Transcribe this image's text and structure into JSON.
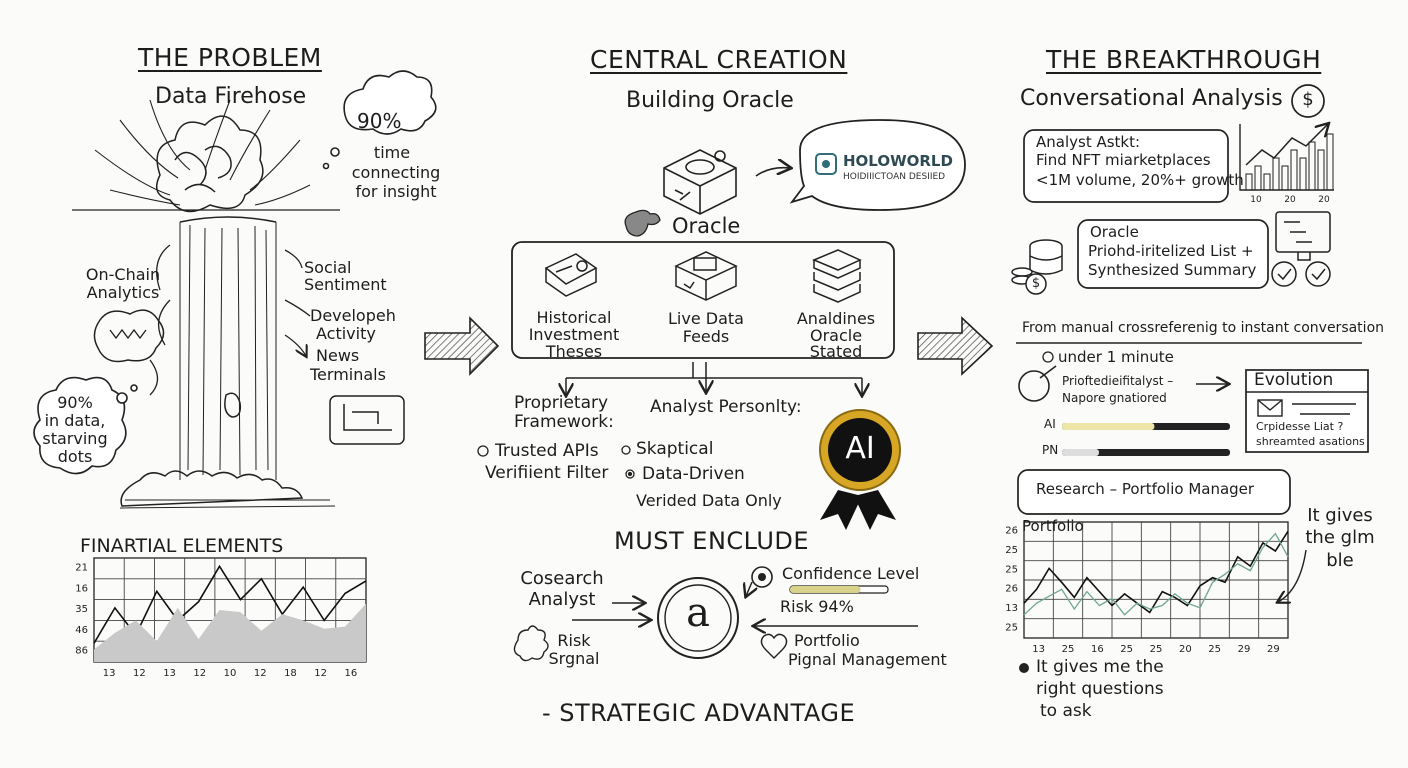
{
  "problem": {
    "heading": "THE PROBLEM",
    "subheading": "Data Firehose",
    "time_stat": [
      "90%",
      "time",
      "connecting",
      "for insight"
    ],
    "starving_stat": [
      "90%",
      "in data,",
      "starving",
      "dots"
    ],
    "left_labels": [
      [
        "On-Chain",
        "Analytics"
      ]
    ],
    "right_labels": [
      [
        "Social",
        "Sentiment"
      ],
      [
        "Developeh",
        "Activity"
      ],
      [
        "News",
        "Terminals"
      ]
    ],
    "chart_title": "FINARTIAL ELEMENTS"
  },
  "central": {
    "heading": "CENTRAL CREATION",
    "subheading": "Building Oracle",
    "holoworld_title": "HOLOWORLD",
    "holoworld_sub": "HOIDIIICTOAN DESIIED",
    "oracle_label": "Oracle",
    "inputs": [
      {
        "lines": [
          "Historical",
          "Investment",
          "Theses"
        ],
        "icon": "document-icon"
      },
      {
        "lines": [
          "Live Data",
          "Feeds"
        ],
        "icon": "monitor-box-icon"
      },
      {
        "lines": [
          "Analdines",
          "Oracle",
          "Stated"
        ],
        "icon": "stack-icon"
      }
    ],
    "framework_title": [
      "Proprietary",
      "Framework:"
    ],
    "framework_items": [
      "Trusted APIs",
      "Verifiient Filter"
    ],
    "persona_title": "Analyst Personlty:",
    "persona_items": [
      "Skaptical",
      "Data-Driven",
      "Verided Data Only"
    ],
    "ai_badge": "AI",
    "must_include": "MUST ENCLUDE",
    "hub_glyph": "a",
    "hub_inputs": [
      {
        "lines": [
          "Cosearch",
          "Analyst"
        ]
      },
      {
        "lines": [
          "Risk",
          "Srgnal"
        ]
      }
    ],
    "confidence_label": "Confidence Level",
    "confidence_value": 0.72,
    "risk_label": "Risk 94%",
    "portfolio_lines": [
      "Portfolio",
      "Pignal Management"
    ],
    "footer": "- STRATEGIC ADVANTAGE"
  },
  "breakthrough": {
    "heading": "THE BREAKTHROUGH",
    "subheading": "Conversational Analysis",
    "query_lines": [
      "Analyst Astkt:",
      "Find NFT miarketplaces",
      "<1M volume, 20%+ growth"
    ],
    "query_chart": {
      "type": "bar",
      "categories": [
        "10",
        "20",
        "20"
      ],
      "values": [
        2,
        3,
        2,
        4,
        3,
        5,
        4,
        6,
        5,
        7
      ]
    },
    "oracle_lines": [
      "Oracle",
      "Priohd-iritelized List +",
      "Synthesized Summary"
    ],
    "tagline": "From manual crossreferenig to instant conversation",
    "time_note": "under 1 minute",
    "result_lines": [
      "Prioftedieifitalyst –",
      "Napore gnatiored"
    ],
    "bars": [
      {
        "label": "AI",
        "value": 0.55
      },
      {
        "label": "PN",
        "value": 0.22
      }
    ],
    "evolution_title": "Evolution",
    "evolution_lines": [
      "Crpidesse Liat ?",
      "shreamted asations"
    ],
    "role_box": "Research – Portfolio Manager",
    "quote": [
      "It gives",
      "the glm",
      "ble"
    ],
    "bullet": [
      "It gives me the",
      "right questions",
      "to ask"
    ]
  },
  "chart_data": [
    {
      "type": "area",
      "title": "FINARTIAL ELEMENTS",
      "x": [
        "13",
        "12",
        "13",
        "12",
        "10",
        "12",
        "18",
        "12",
        "16"
      ],
      "y_tick_labels": [
        "21",
        "16",
        "35",
        "46",
        "86"
      ],
      "series": [
        {
          "values": [
            18,
            52,
            26,
            68,
            40,
            58,
            92,
            60,
            80,
            46,
            72,
            40,
            66,
            78
          ]
        },
        {
          "values": [
            12,
            28,
            40,
            20,
            52,
            22,
            50,
            48,
            30,
            46,
            40,
            32,
            34,
            56
          ]
        }
      ],
      "ylim": [
        0,
        100
      ],
      "grid": true
    },
    {
      "type": "line",
      "title": "Portfolio",
      "x": [
        "13",
        "25",
        "16",
        "25",
        "25",
        "20",
        "25",
        "29",
        "29"
      ],
      "y_tick_labels": [
        "26",
        "25",
        "25",
        "26",
        "13",
        "25"
      ],
      "series": [
        {
          "values": [
            30,
            42,
            60,
            48,
            35,
            52,
            40,
            28,
            38,
            30,
            22,
            40,
            35,
            28,
            45,
            52,
            48,
            70,
            62,
            82,
            75,
            92
          ]
        },
        {
          "values": [
            20,
            30,
            36,
            42,
            25,
            40,
            28,
            34,
            20,
            30,
            25,
            28,
            38,
            30,
            26,
            48,
            55,
            64,
            58,
            78,
            90,
            70
          ]
        }
      ],
      "ylim": [
        0,
        100
      ],
      "grid": true
    }
  ]
}
